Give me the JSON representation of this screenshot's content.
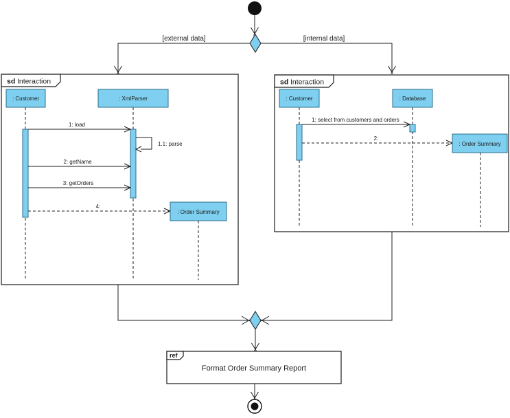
{
  "colors": {
    "shape_fill": "#7FD0F0",
    "shape_border": "#2B6D8C",
    "line": "#1c1c1c"
  },
  "flow": {
    "guard_left": "[external data]",
    "guard_right": "[internal data]"
  },
  "sd1": {
    "tag_keyword": "sd",
    "tag_name": "Interaction",
    "lifeline_customer": ": Customer",
    "lifeline_xmlparser": ": XmlParser",
    "lifeline_order_summary": ": Order Summary",
    "msg_load": "1: load",
    "msg_parse": "1.1: parse",
    "msg_getname": "2: getName",
    "msg_getorders": "3: getOrders",
    "msg_return": "4:"
  },
  "sd2": {
    "tag_keyword": "sd",
    "tag_name": "Interaction",
    "lifeline_customer": ": Customer",
    "lifeline_database": ": Database",
    "lifeline_order_summary": ": Order Summary",
    "msg_select": "1: select from customers and orders",
    "msg_return": "2:"
  },
  "ref_fragment": {
    "tag_keyword": "ref",
    "title": "Format Order Summary Report"
  }
}
